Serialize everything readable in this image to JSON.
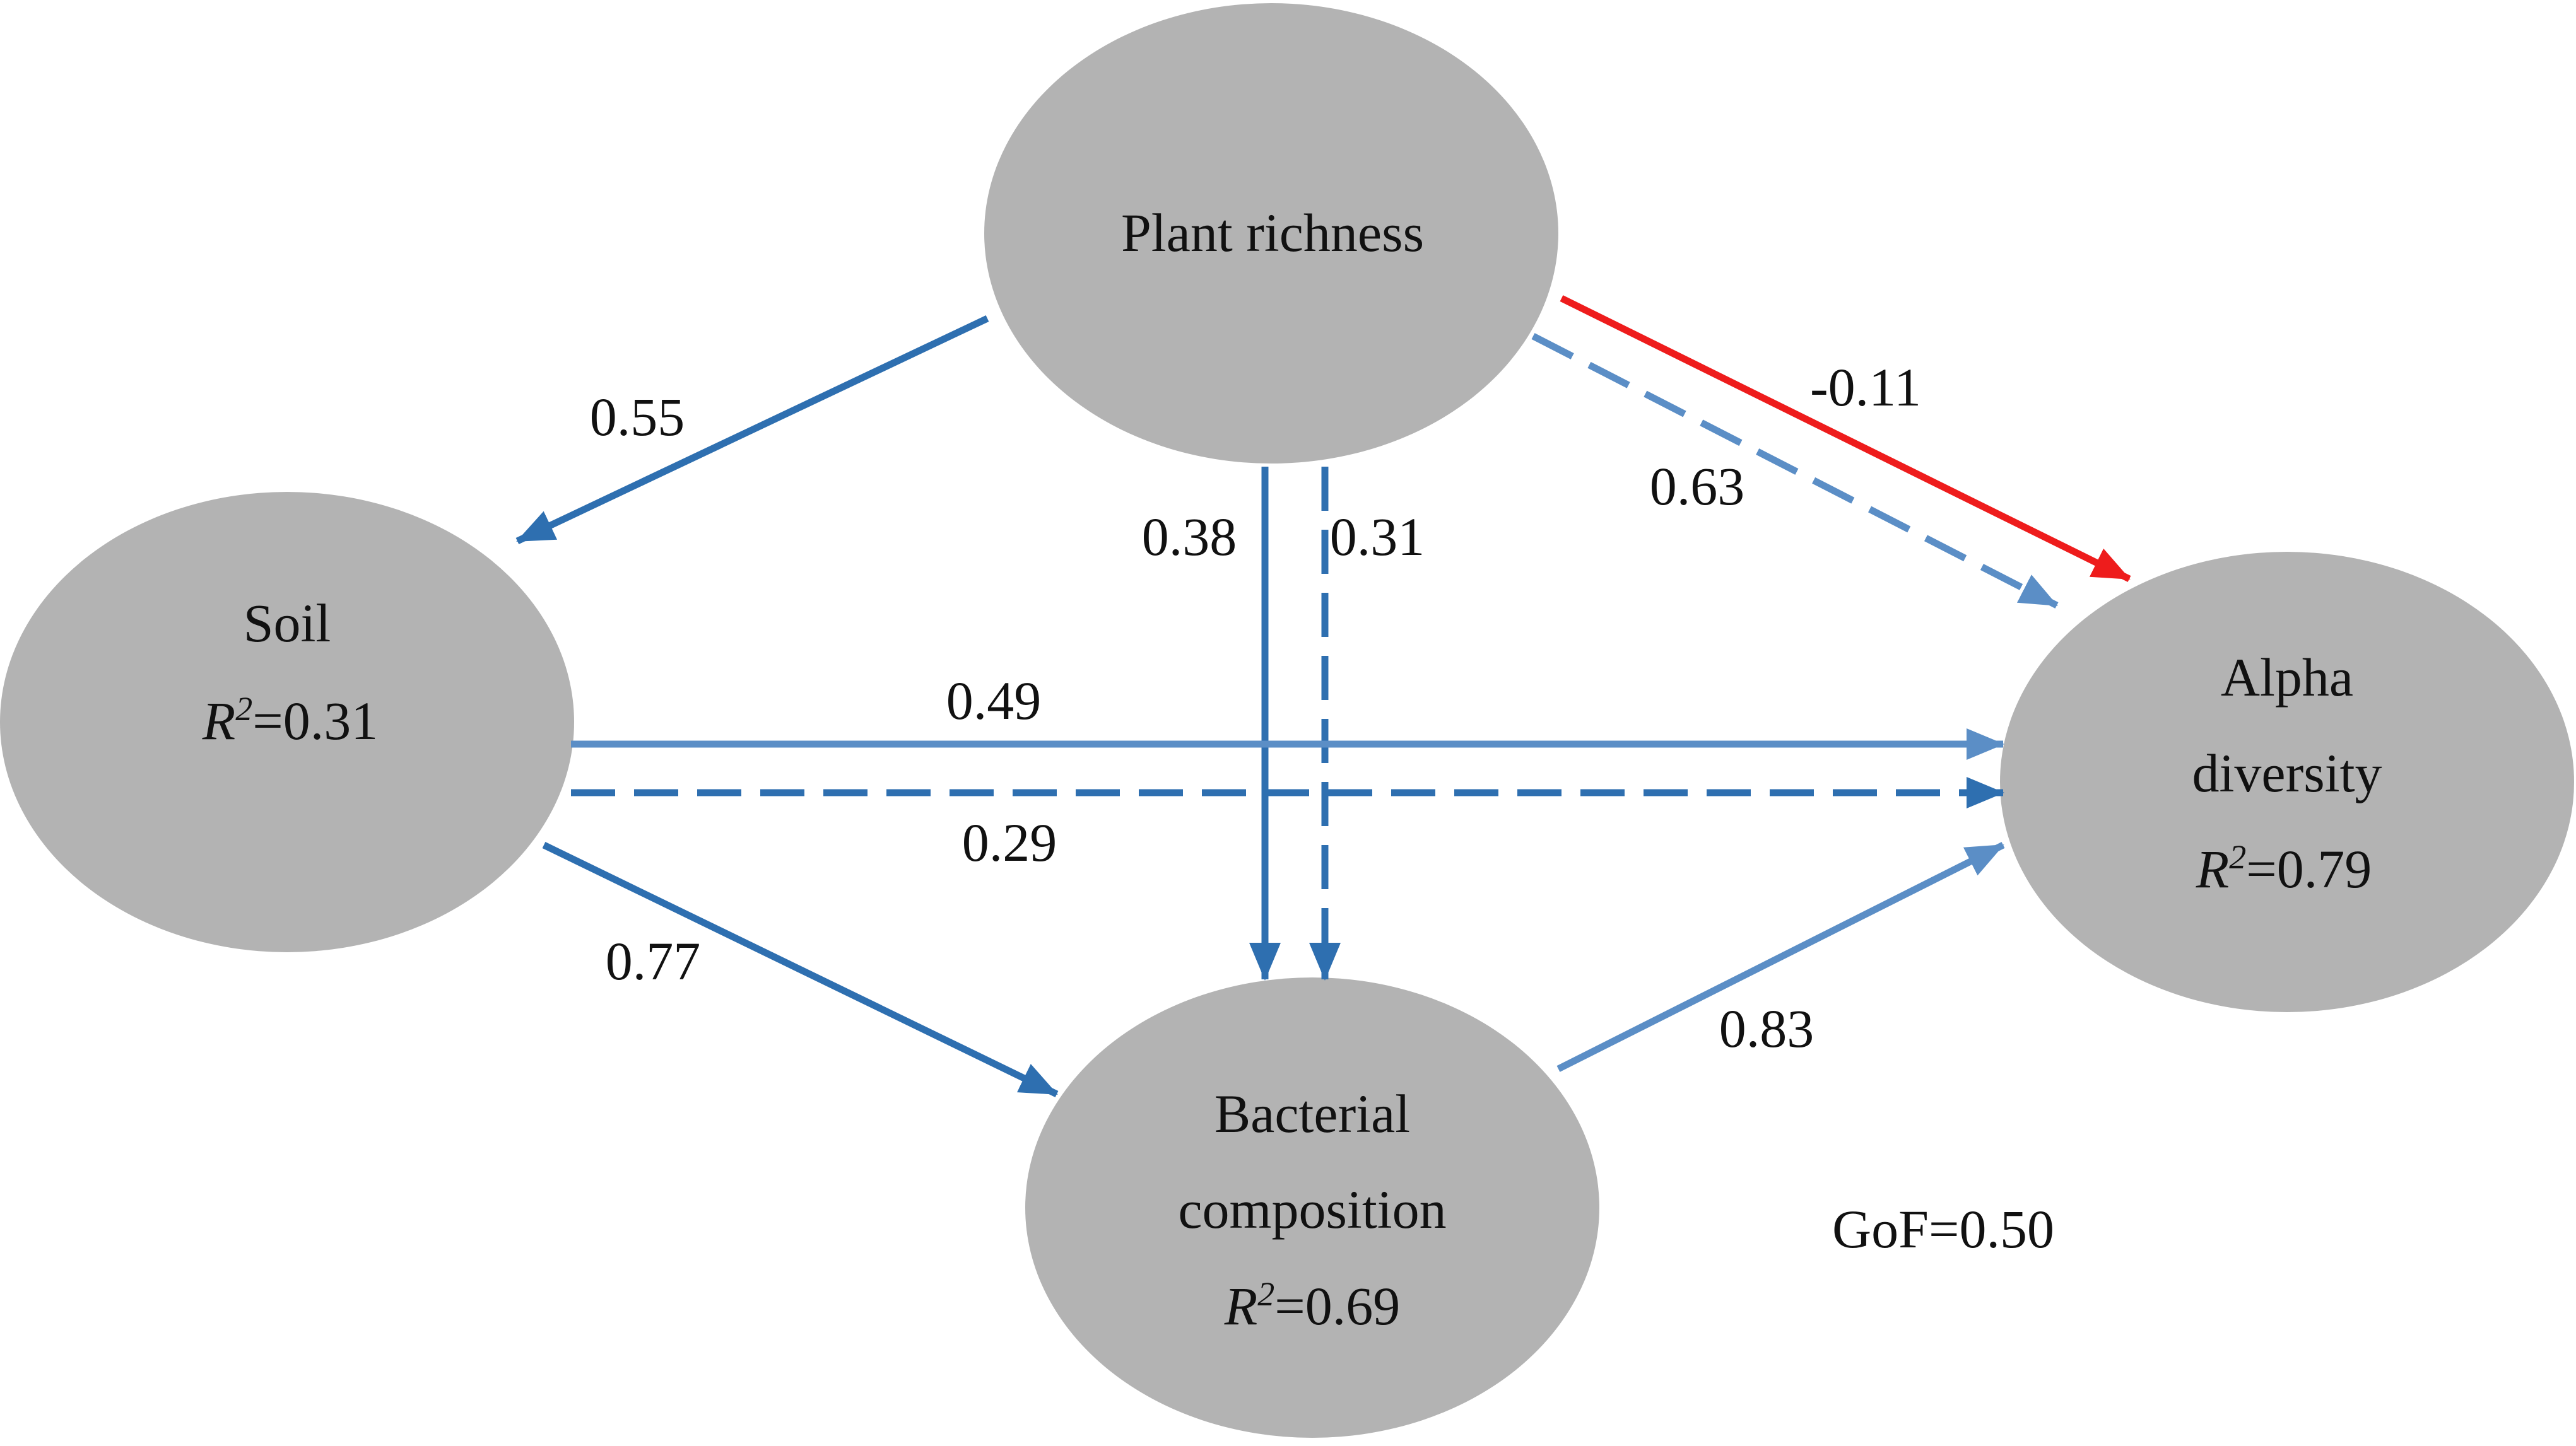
{
  "colors": {
    "node_fill": "#b3b3b3",
    "arrow_solid_dark": "#2e6fb0",
    "arrow_solid_light": "#5b8ec6",
    "arrow_negative": "#ee1c1c",
    "text": "#111111"
  },
  "nodes": {
    "plant": {
      "label": "Plant richness"
    },
    "soil": {
      "label": "Soil",
      "r2_symbol": "R",
      "r2_exp": "2",
      "r2_value": "=0.31"
    },
    "alpha": {
      "label_line1": "Alpha",
      "label_line2": "diversity",
      "r2_symbol": "R",
      "r2_exp": "2",
      "r2_value": "=0.79"
    },
    "bacterial": {
      "label_line1": "Bacterial",
      "label_line2": "composition",
      "r2_symbol": "R",
      "r2_exp": "2",
      "r2_value": "=0.69"
    }
  },
  "paths": {
    "plant_to_soil": {
      "coefficient": "0.55",
      "style": "solid"
    },
    "plant_to_bacterial_direct": {
      "coefficient": "0.38",
      "style": "solid"
    },
    "plant_to_bacterial_indirect": {
      "coefficient": "0.31",
      "style": "dashed"
    },
    "plant_to_alpha_direct": {
      "coefficient": "-0.11",
      "style": "solid",
      "sign": "negative"
    },
    "plant_to_alpha_indirect": {
      "coefficient": "0.63",
      "style": "dashed"
    },
    "soil_to_alpha_direct": {
      "coefficient": "0.49",
      "style": "solid"
    },
    "soil_to_alpha_indirect": {
      "coefficient": "0.29",
      "style": "dashed"
    },
    "soil_to_bacterial": {
      "coefficient": "0.77",
      "style": "solid"
    },
    "bacterial_to_alpha": {
      "coefficient": "0.83",
      "style": "solid"
    }
  },
  "gof": {
    "label": "GoF=0.50"
  }
}
